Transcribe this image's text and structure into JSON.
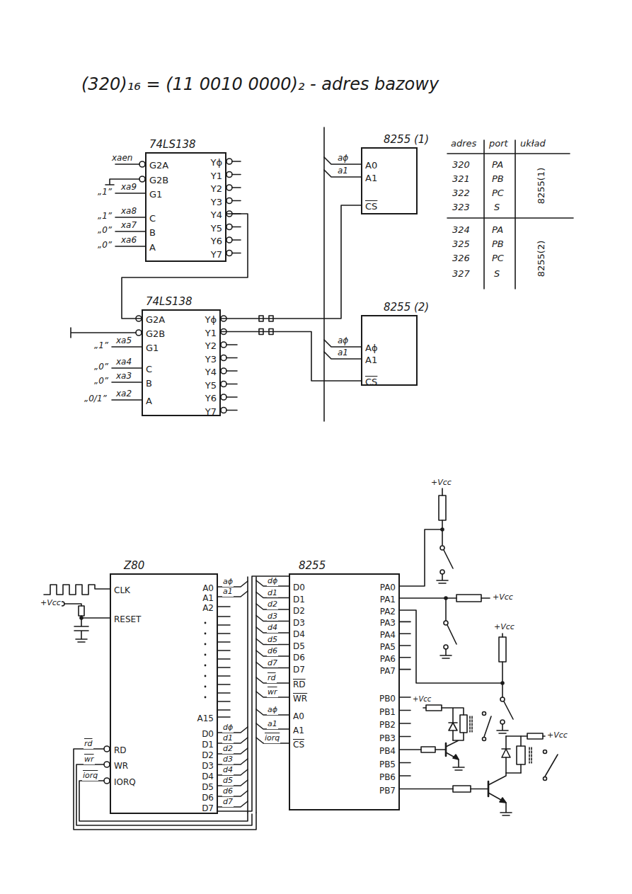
{
  "diagram": {
    "title": "(320)₁₆ = (11 0010 0000)₂ - adres bazowy",
    "nodes": [
      {
        "text": [
          "74LS138",
          "G2A",
          "G2B",
          "G1",
          "C",
          "B",
          "A",
          "Yϕ",
          "Y1",
          "Y2",
          "Y3",
          "Y4",
          "Y5",
          "Y6",
          "Y7"
        ]
      },
      {
        "text": [
          "8255 (1)",
          "A0",
          "A1",
          "CS"
        ]
      },
      {
        "text": [
          "74LS138",
          "G2A",
          "G2B",
          "G1",
          "C",
          "B",
          "A",
          "Yϕ",
          "Y1",
          "Y2",
          "Y3",
          "Y4",
          "Y5",
          "Y6",
          "Y7"
        ]
      },
      {
        "text": [
          "8255 (2)",
          "Aϕ",
          "A1",
          "CS"
        ]
      },
      {
        "text": [
          "Z80",
          "CLK",
          "RESET",
          "RD",
          "WR",
          "IORQ",
          "A0",
          "A1",
          "A2",
          "A15",
          "D0",
          "D1",
          "D2",
          "D3",
          "D4",
          "D5",
          "D6",
          "D7"
        ]
      },
      {
        "text": [
          "8255",
          "D0",
          "D1",
          "D2",
          "D3",
          "D4",
          "D5",
          "D6",
          "D7",
          "RD",
          "WR",
          "A0",
          "A1",
          "CS",
          "PA0",
          "PA1",
          "PA2",
          "PA3",
          "PA4",
          "PA5",
          "PA6",
          "PA7",
          "PB0",
          "PB1",
          "PB2",
          "PB3",
          "PB4",
          "PB5",
          "PB6",
          "PB7"
        ]
      }
    ],
    "edges": [
      {
        "from": 0,
        "to": 2,
        "arrow": "none"
      },
      {
        "from": 2,
        "to": 1,
        "arrow": "none"
      },
      {
        "from": 2,
        "to": 3,
        "arrow": "none"
      },
      {
        "from": 4,
        "to": 5,
        "arrow": "none"
      }
    ],
    "labels": [
      "xaen",
      "„1”",
      "xa9",
      "„1”",
      "xa8",
      "„0”",
      "xa7",
      "„0”",
      "xa6",
      "„1”",
      "xa5",
      "„0”",
      "xa4",
      "„0”",
      "xa3",
      "„0/1”",
      "xa2",
      "aϕ",
      "a1",
      "aϕ",
      "a1",
      "adres",
      "port",
      "układ",
      "320",
      "PA",
      "321",
      "PB",
      "322",
      "PC",
      "323",
      "S",
      "8255(1)",
      "324",
      "PA",
      "325",
      "PB",
      "326",
      "PC",
      "327",
      "S",
      "8255(2)",
      "+Vcc",
      "aϕ",
      "a1",
      "dϕ",
      "d1",
      "d2",
      "d3",
      "d4",
      "d5",
      "d6",
      "d7",
      "dϕ",
      "d1",
      "d2",
      "d3",
      "d4",
      "d5",
      "d6",
      "d7",
      "rd",
      "wr",
      "aϕ",
      "a1",
      "iorq",
      "rd",
      "wr",
      "iorq",
      "+Vcc",
      "+Vcc",
      "+Vcc",
      "+Vcc",
      "+Vcc"
    ]
  }
}
